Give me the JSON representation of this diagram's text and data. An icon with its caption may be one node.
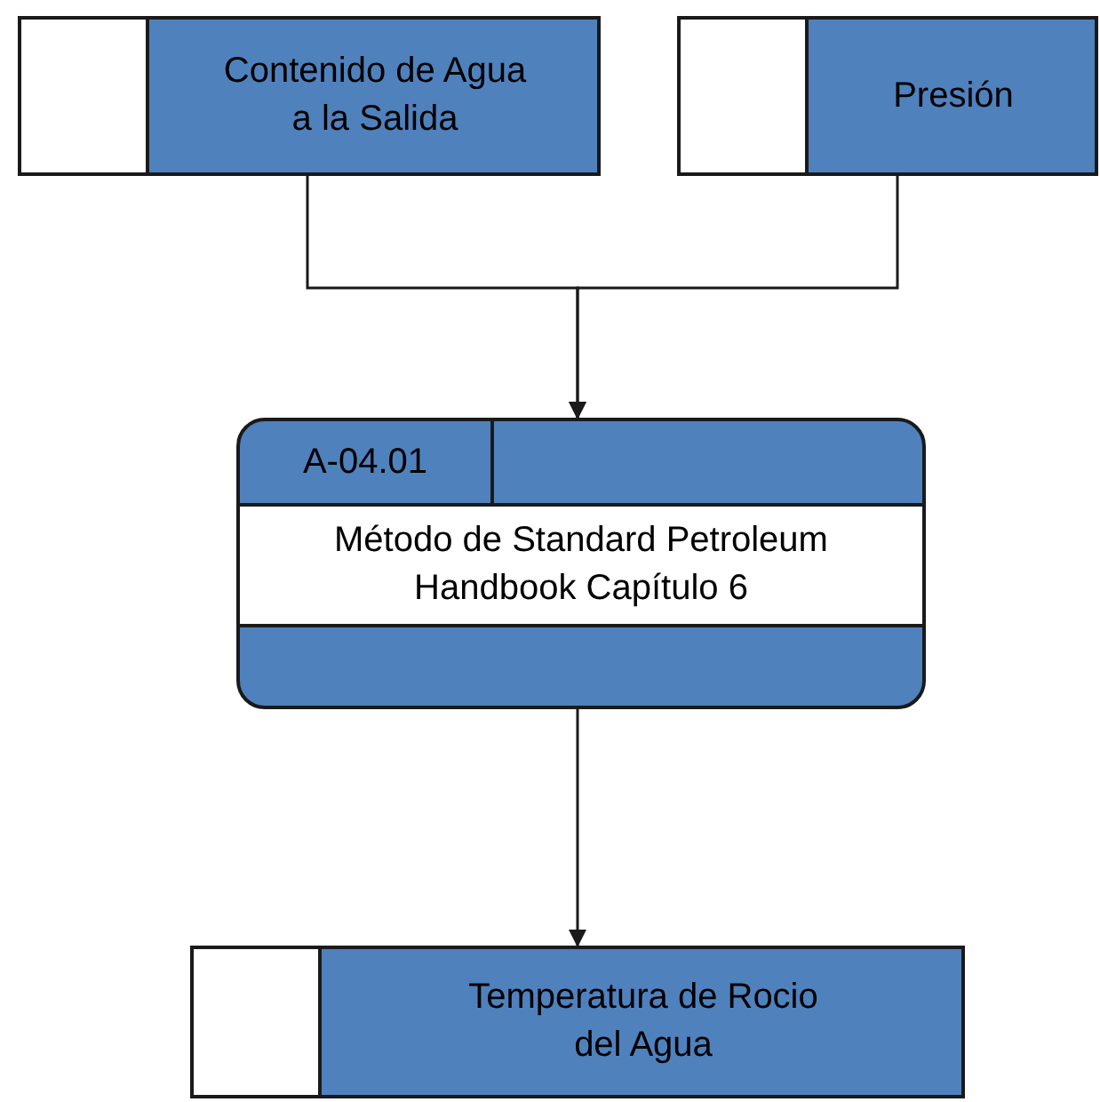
{
  "diagram": {
    "nodes": [
      {
        "text": [
          "Contenido de Agua a la Salida"
        ]
      },
      {
        "text": [
          "Presión"
        ]
      },
      {
        "text": [
          "A-04.01",
          "Método de Standard Petroleum Handbook Capítulo 6"
        ]
      },
      {
        "text": [
          "Temperatura de Rocio del Agua"
        ]
      }
    ],
    "edges": [
      {
        "from": 0,
        "to": 2,
        "arrow": "to"
      },
      {
        "from": 1,
        "to": 2,
        "arrow": "to"
      },
      {
        "from": 2,
        "to": 3,
        "arrow": "to"
      }
    ]
  }
}
